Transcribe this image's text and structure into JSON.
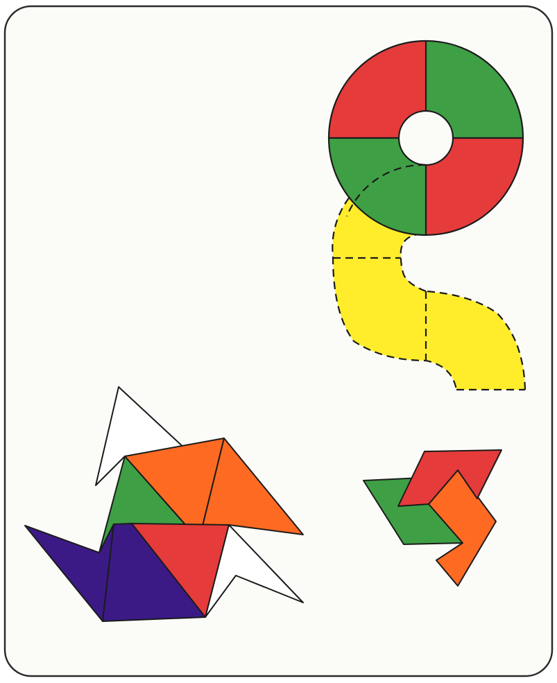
{
  "colors": {
    "paper": "#fbfbf8",
    "frame": "#2a2a2a",
    "red": "#e53b3b",
    "green": "#3f9f45",
    "yellow": "#ffed2b",
    "orange": "#ff6a22",
    "purple": "#3b1a86",
    "white": "#ffffff",
    "line": "#1b1b1b"
  },
  "figures": {
    "ring": {
      "quadrants": [
        "red",
        "green",
        "green",
        "red"
      ],
      "tail_segments": [
        "yellow",
        "yellow",
        "yellow",
        "yellow"
      ]
    },
    "strip": {
      "triangles": [
        "white",
        "green",
        "orange",
        "orange",
        "purple",
        "purple",
        "red",
        "white"
      ]
    },
    "knot": {
      "faces": [
        "red",
        "green",
        "orange"
      ]
    }
  }
}
